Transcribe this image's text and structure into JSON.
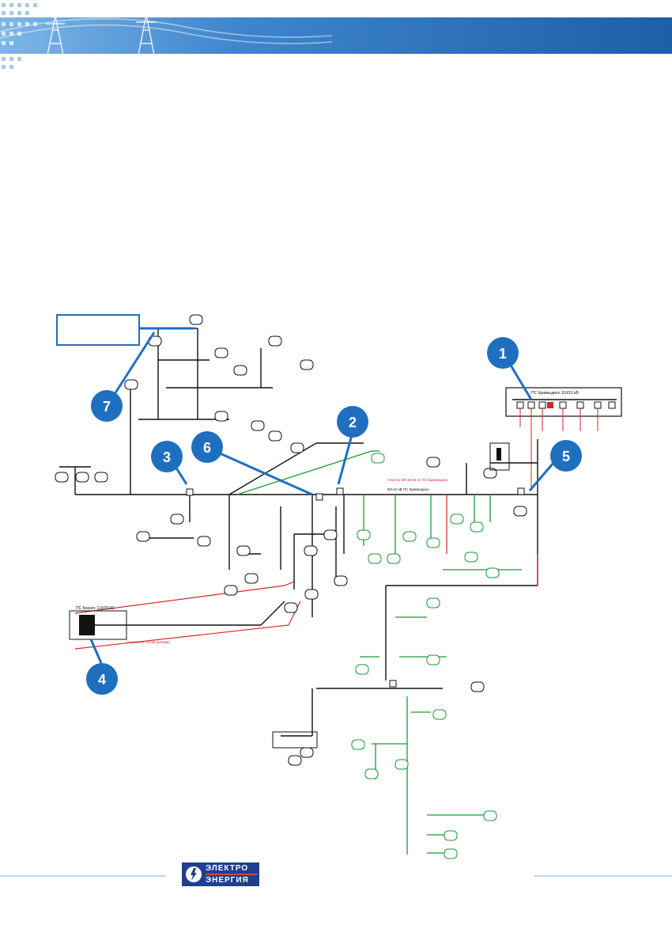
{
  "logo": {
    "line1": "ЭЛЕКТРО",
    "line2": "ЭНЕРГИЯ"
  },
  "callouts": [
    "1",
    "2",
    "3",
    "4",
    "5",
    "6",
    "7"
  ],
  "labels": {
    "substation_top_right": "ПС Кривандино 110/10 кВ",
    "substation_bottom_left": "ПС Бизнес 110/35/10",
    "red_note_1": "Участок ВЛ-10 кВ от ПС Кривандино",
    "red_note_2": "Участок ВЛ-10 кВ (резерв)",
    "green_note": "ВЛ-10 кВ ПС Кривандино"
  },
  "colors": {
    "banner_dark": "#1d5fa8",
    "banner_light": "#5aa0d8",
    "callout": "#1f6fc0",
    "line_black": "#111111",
    "line_green": "#1a9a3a",
    "line_red": "#d8262a"
  }
}
